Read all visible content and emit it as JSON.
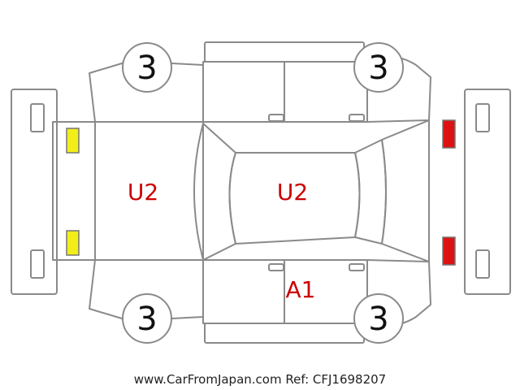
{
  "diagram": {
    "tire_labels": {
      "front_left": "3",
      "front_right": "3",
      "rear_left": "3",
      "rear_right": "3"
    },
    "damage_codes": {
      "hood": "U2",
      "roof": "U2",
      "rear_left_door": "A1"
    },
    "footer_text": "www.CarFromJapan.com Ref: CFJ1698207",
    "colors": {
      "outline": "#8a8a8a",
      "code_red": "#cc0000",
      "headlight_yellow": "#f2ee1a",
      "taillight_red": "#dd1111"
    }
  }
}
